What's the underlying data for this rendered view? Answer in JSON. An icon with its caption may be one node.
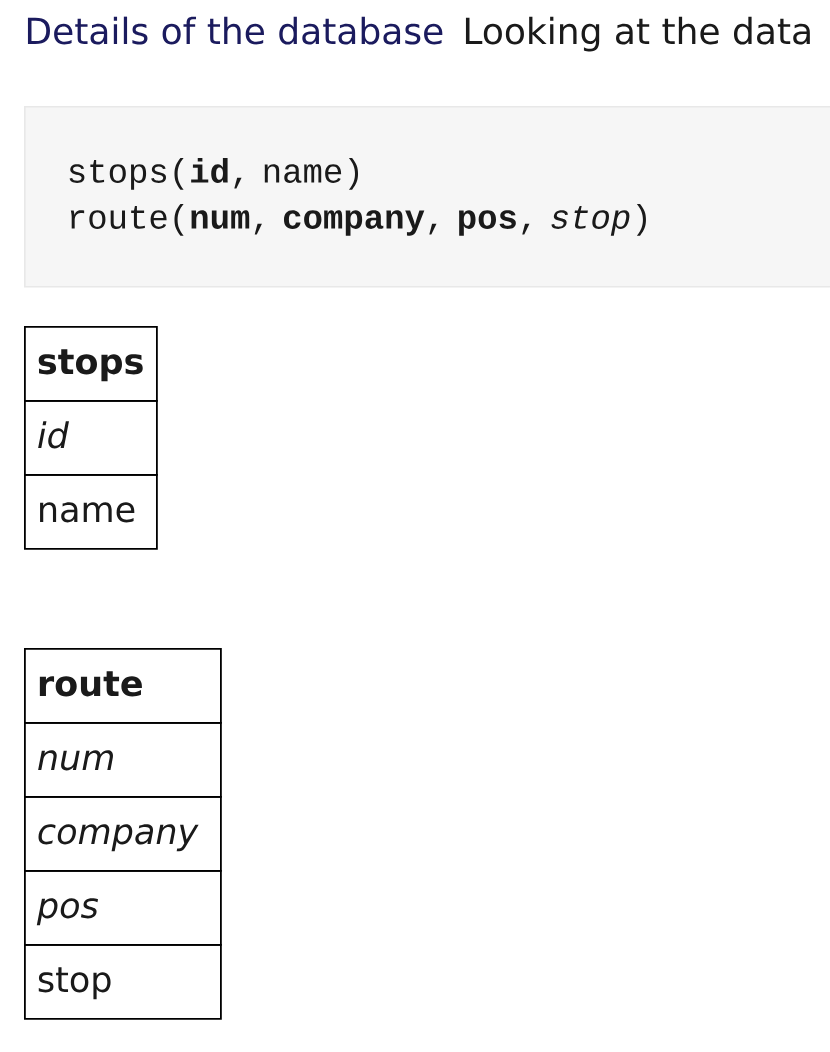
{
  "diagram": {
    "title": "Details of the database",
    "nodes": [
      {
        "text": [
          "stops(**id**, name)",
          "route(**num**, **company**, **pos**, *stop*)"
        ]
      },
      {
        "text": [
          "stops"
        ]
      },
      {
        "text": [
          "id"
        ]
      },
      {
        "text": [
          "name"
        ]
      },
      {
        "text": [
          "route"
        ]
      },
      {
        "text": [
          "num"
        ]
      },
      {
        "text": [
          "company"
        ]
      },
      {
        "text": [
          "pos"
        ]
      },
      {
        "text": [
          "stop"
        ]
      }
    ],
    "labels": [
      "Looking at the data"
    ]
  }
}
